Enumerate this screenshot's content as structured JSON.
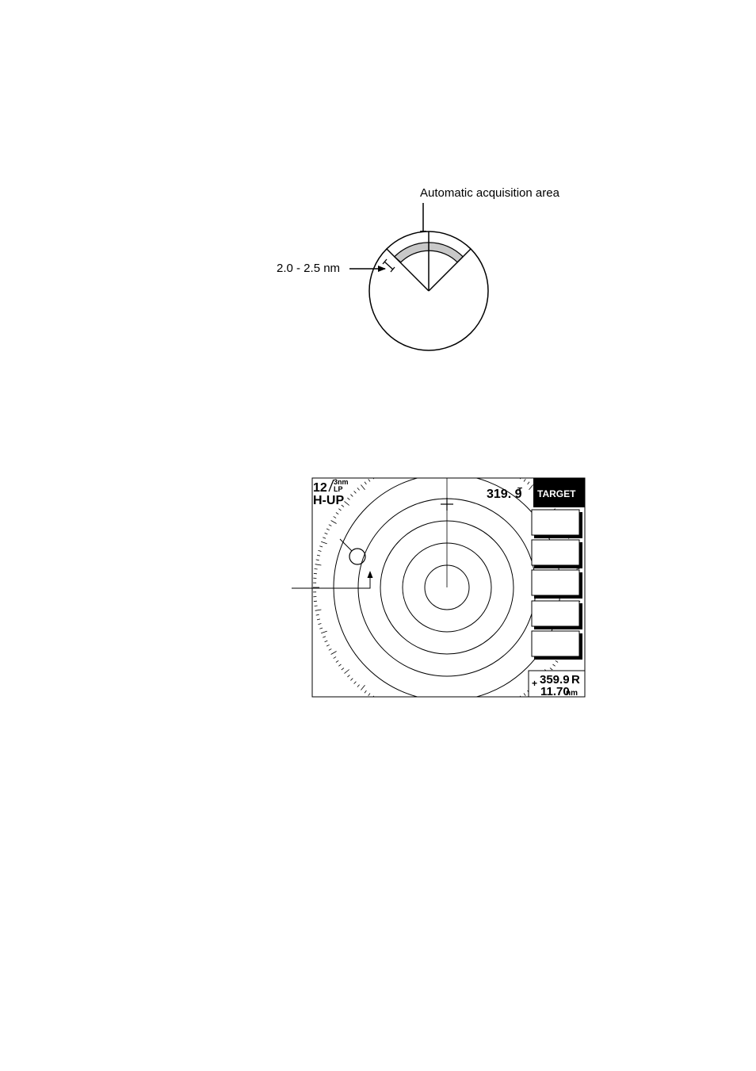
{
  "diagram1": {
    "label_area": "Automatic acquisition area",
    "label_range": "2.0 - 2.5 nm"
  },
  "radar": {
    "range_value": "12",
    "range_unit": "3nm",
    "pulse": "LP",
    "mode": "H-UP",
    "heading": "319. 9",
    "heading_suffix": "T",
    "menu_title": "TARGET",
    "menu_buttons": [
      "",
      "",
      "",
      "",
      ""
    ],
    "cursor_prefix": "+",
    "cursor_bearing": "359.9",
    "cursor_bearing_ref": "R",
    "cursor_range": "11.70",
    "cursor_range_unit": "nm"
  }
}
